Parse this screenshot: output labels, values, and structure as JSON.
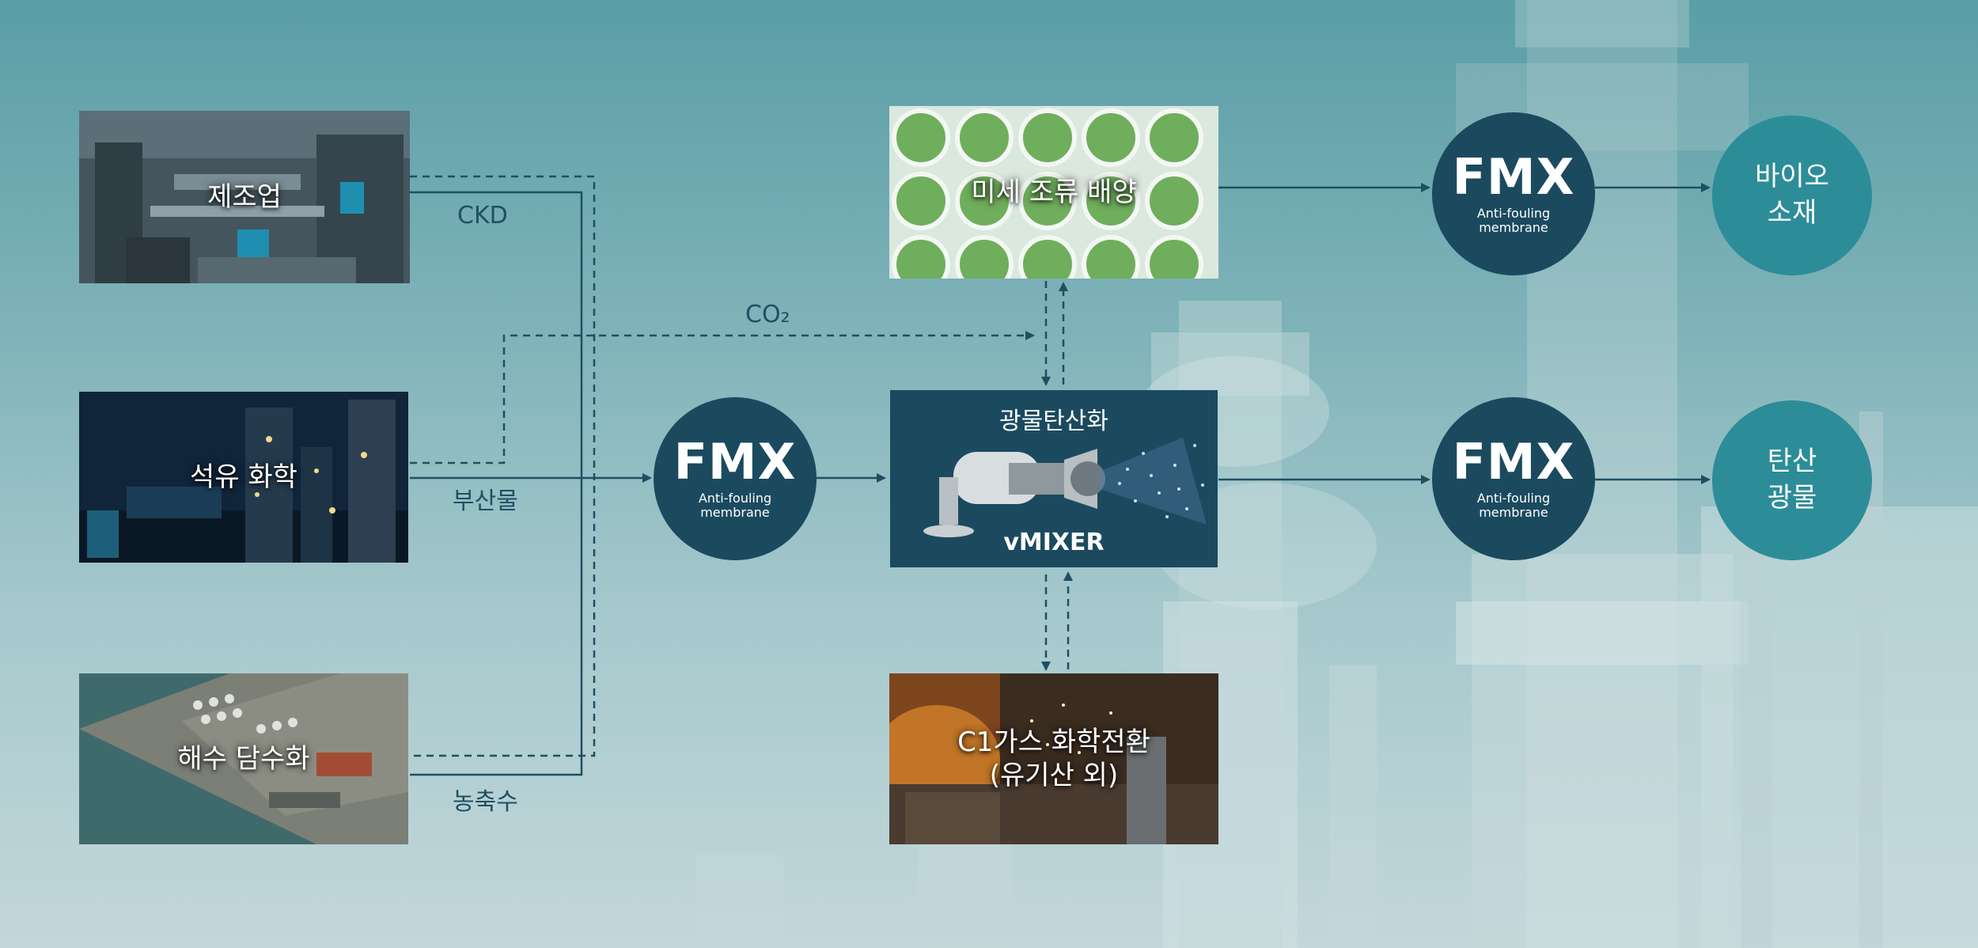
{
  "sources": [
    {
      "id": "manufacturing",
      "label": "제조업"
    },
    {
      "id": "petrochemical",
      "label": "석유 화학"
    },
    {
      "id": "desalination",
      "label": "해수 담수화"
    }
  ],
  "flow_labels": {
    "ckd": "CKD",
    "co2": "CO₂",
    "byproduct": "부산물",
    "concentrate": "농축수"
  },
  "fmx_nodes": [
    {
      "title": "FMX",
      "subtitle": "Anti-fouling\nmembrane"
    },
    {
      "title": "FMX",
      "subtitle": "Anti-fouling\nmembrane"
    },
    {
      "title": "FMX",
      "subtitle": "Anti-fouling\nmembrane"
    }
  ],
  "process": {
    "algae": "미세 조류 배양",
    "mineral_title": "광물탄산화",
    "mixer_name": "vMIXER",
    "c1_gas": "C1가스 화학전환\n(유기산 외)"
  },
  "outputs": [
    {
      "label": "바이오\n소재"
    },
    {
      "label": "탄산\n광물"
    }
  ],
  "colors": {
    "node_dark": "#1b4a5f",
    "node_teal": "#2c8d98",
    "line": "#1f4f63"
  }
}
